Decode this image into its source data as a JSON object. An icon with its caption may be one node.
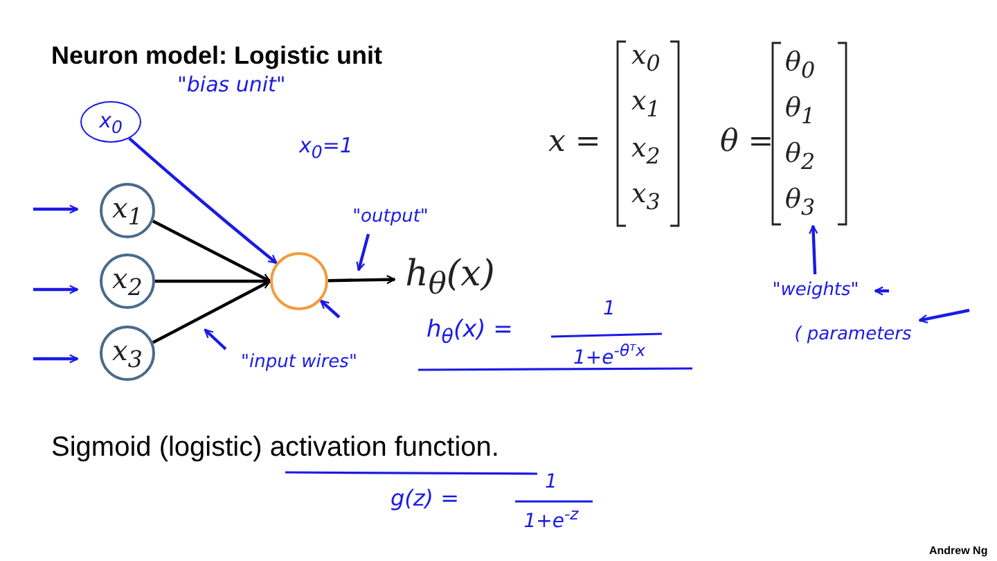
{
  "diagram": {
    "title": "Neuron model: Logistic unit",
    "nodes": [
      {
        "text": [
          "x$_{0}$"
        ]
      },
      {
        "text": [
          "x$_{1}$"
        ]
      },
      {
        "text": [
          "x$_{2}$"
        ]
      },
      {
        "text": [
          "x$_{3}$"
        ]
      },
      {
        "text": [],
        "shape": "circle"
      },
      {
        "text": [
          "h$_{θ}$(x)"
        ]
      },
      {
        "text": [
          "\"output\""
        ]
      },
      {
        "text": [
          "\"input wires\""
        ]
      },
      {
        "text": [
          "\"weights\""
        ]
      },
      {
        "text": [
          "( parameters"
        ]
      },
      {
        "text": [
          "θ$_{0}$",
          "θ$_{1}$",
          "θ$_{2}$",
          "θ$_{3}$"
        ]
      }
    ],
    "edges": [
      {
        "from": 1,
        "to": 4,
        "arrow": "to",
        "color": "#000000"
      },
      {
        "from": 2,
        "to": 4,
        "arrow": "to",
        "color": "#000000"
      },
      {
        "from": 3,
        "to": 4,
        "arrow": "to",
        "color": "#000000"
      },
      {
        "from": 0,
        "to": 4,
        "arrow": "to",
        "color": "#1a1ae6"
      },
      {
        "from": 4,
        "to": 5,
        "arrow": "to",
        "color": "#000000"
      },
      {
        "from": null,
        "to": 1,
        "arrow": "to",
        "color": "#1a1ae6"
      },
      {
        "from": null,
        "to": 2,
        "arrow": "to",
        "color": "#1a1ae6"
      },
      {
        "from": null,
        "to": 3,
        "arrow": "to",
        "color": "#1a1ae6"
      },
      {
        "from": 6,
        "to": null,
        "arrow": "to",
        "color": "#1a1ae6"
      },
      {
        "from": null,
        "to": 4,
        "arrow": "to",
        "color": "#1a1ae6"
      },
      {
        "from": 7,
        "to": null,
        "arrow": "to",
        "color": "#1a1ae6"
      },
      {
        "from": 8,
        "to": 10,
        "arrow": "to",
        "color": "#1a1ae6"
      },
      {
        "from": null,
        "to": 8,
        "arrow": "to",
        "color": "#1a1ae6"
      },
      {
        "from": null,
        "to": 9,
        "arrow": "to",
        "color": "#1a1ae6"
      }
    ],
    "labels": [
      "\"bias unit\"",
      "x$_{0}$=1",
      "x =",
      "x$_{0}$",
      "x$_{1}$",
      "x$_{2}$",
      "x$_{3}$",
      "θ =",
      "h$_{θ}$(x) =",
      "1",
      "1+e$^{-θᵀx}$",
      "Sigmoid (logistic) activation function.",
      "g(z) =",
      "1",
      "1+e$^{-z}$",
      "Andrew Ng"
    ]
  }
}
